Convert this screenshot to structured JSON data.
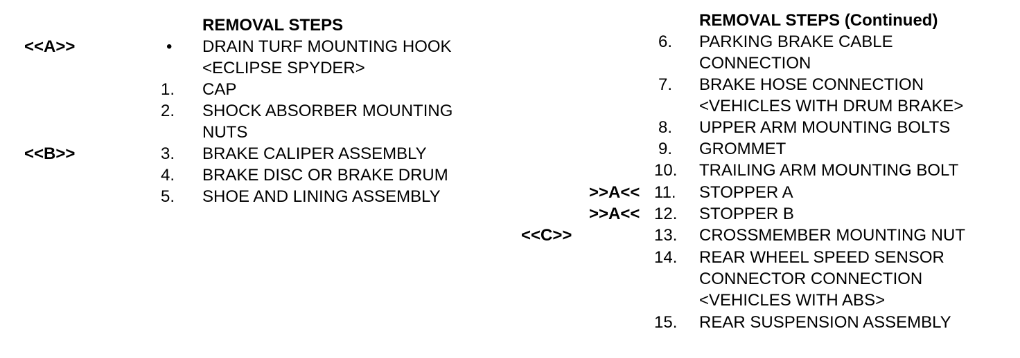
{
  "left": {
    "heading": "REMOVAL STEPS",
    "ref_a": "<<A>>",
    "ref_b": "<<B>>",
    "items": [
      {
        "num": "•",
        "lines": [
          "DRAIN TURF MOUNTING HOOK",
          "<ECLIPSE SPYDER>"
        ]
      },
      {
        "num": "1.",
        "lines": [
          "CAP"
        ]
      },
      {
        "num": "2.",
        "lines": [
          "SHOCK ABSORBER MOUNTING",
          "NUTS"
        ]
      },
      {
        "num": "3.",
        "lines": [
          "BRAKE CALIPER ASSEMBLY"
        ]
      },
      {
        "num": "4.",
        "lines": [
          "BRAKE DISC OR BRAKE DRUM"
        ]
      },
      {
        "num": "5.",
        "lines": [
          "SHOE AND LINING ASSEMBLY"
        ]
      }
    ]
  },
  "right": {
    "heading": "REMOVAL STEPS (Continued)",
    "ref_c": "<<C>>",
    "install_a_11": ">>A<<",
    "install_a_12": ">>A<<",
    "items": [
      {
        "num": "6.",
        "lines": [
          "PARKING BRAKE CABLE",
          "CONNECTION"
        ]
      },
      {
        "num": "7.",
        "lines": [
          "BRAKE HOSE CONNECTION",
          "<VEHICLES WITH DRUM BRAKE>"
        ]
      },
      {
        "num": "8.",
        "lines": [
          "UPPER ARM MOUNTING BOLTS"
        ]
      },
      {
        "num": "9.",
        "lines": [
          "GROMMET"
        ]
      },
      {
        "num": "10.",
        "lines": [
          "TRAILING ARM MOUNTING BOLT"
        ]
      },
      {
        "num": "11.",
        "lines": [
          "STOPPER A"
        ]
      },
      {
        "num": "12.",
        "lines": [
          "STOPPER B"
        ]
      },
      {
        "num": "13.",
        "lines": [
          "CROSSMEMBER MOUNTING NUT"
        ]
      },
      {
        "num": "14.",
        "lines": [
          "REAR WHEEL SPEED SENSOR",
          "CONNECTOR CONNECTION",
          "<VEHICLES WITH ABS>"
        ]
      },
      {
        "num": "15.",
        "lines": [
          "REAR SUSPENSION ASSEMBLY"
        ]
      }
    ]
  }
}
